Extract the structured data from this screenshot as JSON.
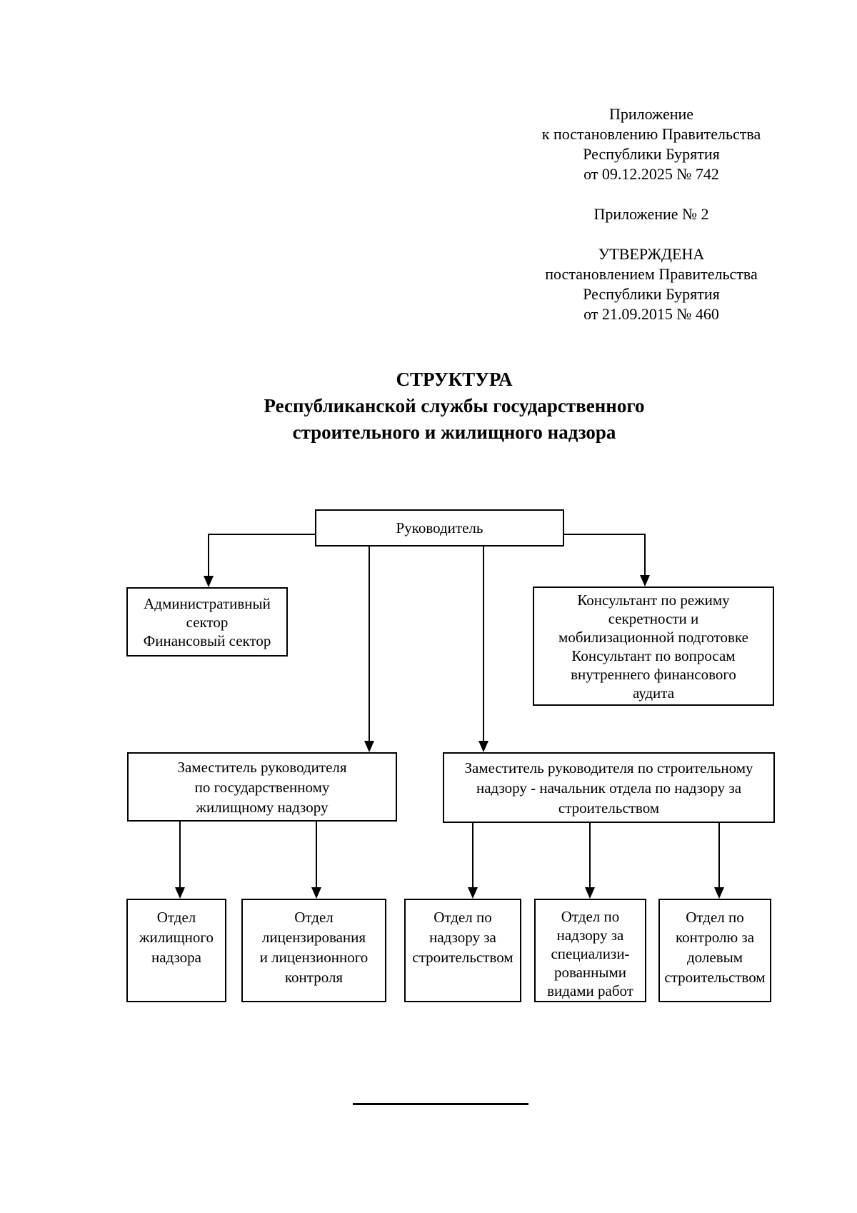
{
  "document": {
    "appendix_block": {
      "lines": [
        "Приложение",
        "к постановлению Правительства",
        "Республики Бурятия",
        "от 09.12.2025 № 742"
      ],
      "appendix_number": "Приложение № 2",
      "approved_lines": [
        "УТВЕРЖДЕНА",
        "постановлением Правительства",
        "Республики Бурятия",
        "от 21.09.2015 № 460"
      ]
    },
    "title": {
      "line1": "СТРУКТУРА",
      "line2": "Республиканской службы государственного",
      "line3": "строительного и жилищного надзора"
    }
  },
  "org_chart": {
    "nodes": {
      "head": {
        "label": "Руководитель"
      },
      "admin_sector": {
        "label": "Административный\nсектор\nФинансовый сектор"
      },
      "consultant": {
        "label": "Консультант по режиму\nсекретности и\nмобилизационной подготовке\nКонсультант по вопросам\nвнутреннего финансового\nаудита"
      },
      "deputy_housing": {
        "label": "Заместитель руководителя\nпо государственному\nжилищному надзору"
      },
      "deputy_construction": {
        "label": "Заместитель руководителя по строительному\nнадзору - начальник отдела по надзору за\nстроительством"
      },
      "dept_housing": {
        "label": "Отдел\nжилищного\nнадзора"
      },
      "dept_licensing": {
        "label": "Отдел\nлицензирования\nи лицензионного\nконтроля"
      },
      "dept_construction_supervision": {
        "label": "Отдел по\nнадзору за\nстроительством"
      },
      "dept_specialized_works": {
        "label": "Отдел по\nнадзору за\nспециализи-\nрованными\nвидами работ"
      },
      "dept_shared_construction": {
        "label": "Отдел по\nконтролю за\nдолевым\nстроительством"
      }
    },
    "edges": [
      {
        "from": "head",
        "to": "admin_sector"
      },
      {
        "from": "head",
        "to": "consultant"
      },
      {
        "from": "head",
        "to": "deputy_housing"
      },
      {
        "from": "head",
        "to": "deputy_construction"
      },
      {
        "from": "deputy_housing",
        "to": "dept_housing"
      },
      {
        "from": "deputy_housing",
        "to": "dept_licensing"
      },
      {
        "from": "deputy_construction",
        "to": "dept_construction_supervision"
      },
      {
        "from": "deputy_construction",
        "to": "dept_specialized_works"
      },
      {
        "from": "deputy_construction",
        "to": "dept_shared_construction"
      }
    ],
    "colors": {
      "text": "#000000",
      "box_border": "#000000",
      "connector_line": "#000000",
      "background": "#ffffff"
    }
  }
}
